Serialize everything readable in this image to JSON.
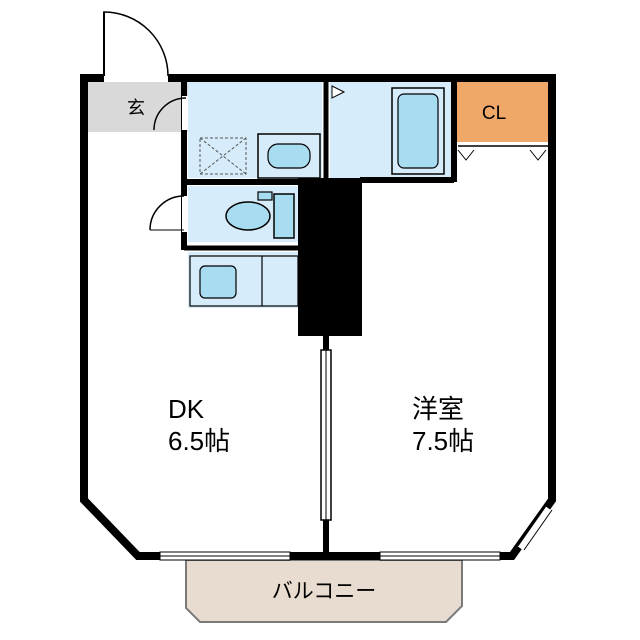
{
  "rooms": {
    "entrance": {
      "label": "玄"
    },
    "closet": {
      "label": "CL"
    },
    "dk": {
      "name": "DK",
      "size": "6.5帖"
    },
    "western": {
      "name": "洋室",
      "size": "7.5帖"
    },
    "balcony": {
      "label": "バルコニー"
    }
  },
  "colors": {
    "wall": "#000000",
    "wet_area": "#d6ecfa",
    "fixture": "#a8dcf0",
    "closet": "#f0a868",
    "balcony": "#e8dcd0",
    "entrance": "#d9d9d9"
  }
}
